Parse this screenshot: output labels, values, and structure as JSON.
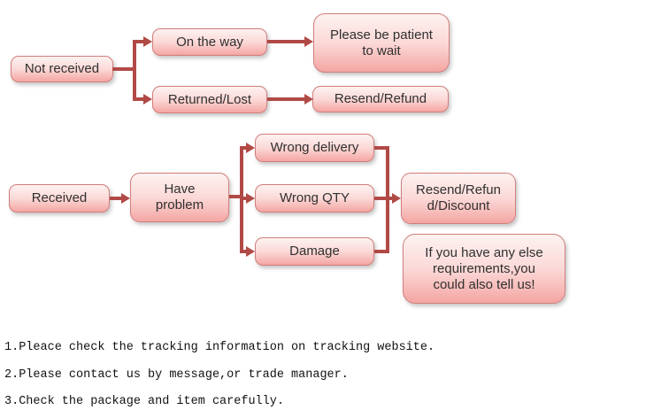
{
  "colors": {
    "line": "#b14a46",
    "node-border": "#d07e7c",
    "fill-top": "#fdf2f1",
    "fill-mid": "#fbd9d7",
    "fill-bottom": "#f4a6a3",
    "ink": "#303030",
    "note-ink": "#111111"
  },
  "flowchart": {
    "not_received_flow": {
      "root": "Not received",
      "on_the_way": "On the way",
      "please_wait": "Please be patient\nto wait",
      "returned_lost": "Returned/Lost",
      "resend_refund": "Resend/Refund"
    },
    "received_flow": {
      "root": "Received",
      "have_problem": "Have\nproblem",
      "wrong_delivery": "Wrong delivery",
      "wrong_qty": "Wrong QTY",
      "damage": "Damage",
      "resend_refund_discount": "Resend/Refun\nd/Discount",
      "note": "If you have any else\nrequirements,you\ncould also tell us!"
    }
  },
  "notes": [
    "1.Pleace check the tracking information on tracking website.",
    "2.Please contact us by message,or trade manager.",
    "3.Check the package and item carefully."
  ]
}
